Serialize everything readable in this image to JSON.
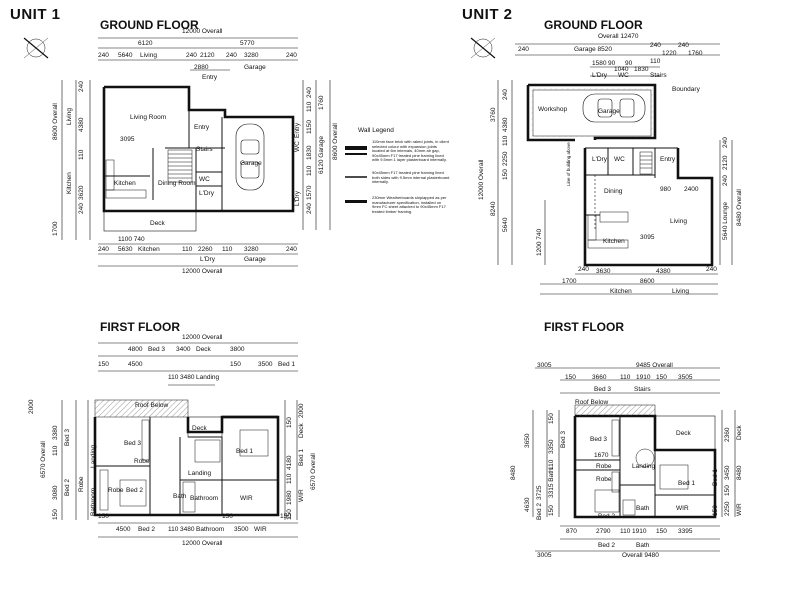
{
  "unit1": {
    "title": "UNIT 1",
    "ground_title": "GROUND FLOOR",
    "first_title": "FIRST FLOOR",
    "dims_top": [
      "12000 Overall",
      "6120",
      "5770",
      "240",
      "5640",
      "Living",
      "240",
      "2120",
      "240",
      "3280",
      "240",
      "2880",
      "Garage",
      "Entry"
    ],
    "dims_bottom": [
      "240",
      "1100 740",
      "5630",
      "Kitchen",
      "110",
      "2260",
      "110",
      "3280",
      "240",
      "L'Dry",
      "Garage",
      "12000 Overall"
    ],
    "dims_left": [
      "8600 Overall",
      "240",
      "4380",
      "Living",
      "110",
      "3620",
      "Kitchen",
      "240",
      "1700"
    ],
    "dims_right": [
      "1760",
      "240",
      "110",
      "1150",
      "1830",
      "110",
      "1570",
      "240",
      "WC",
      "Entry",
      "L'Dry",
      "6120 Garage",
      "8600 Overall"
    ],
    "rooms": [
      "Living Room",
      "3095",
      "Entry",
      "Stairs",
      "Kitchen",
      "Dining Room",
      "L'Dry",
      "Garage",
      "Deck",
      "WC"
    ],
    "first_dims_top": [
      "12000 Overall",
      "4800",
      "Bed 3",
      "3400",
      "Deck",
      "3800",
      "150",
      "4500",
      "150",
      "3500",
      "Bed 1",
      "110",
      "3480",
      "Landing"
    ],
    "first_dims_bottom": [
      "150",
      "4500",
      "Bed 2",
      "110",
      "3480",
      "Bathroom",
      "150",
      "3500",
      "WIR",
      "150",
      "12000 Overall"
    ],
    "first_dims_left": [
      "2000",
      "6570 Overall",
      "3380",
      "Bed 3",
      "110",
      "3080",
      "Bed 2",
      "Landing",
      "Robe",
      "Bathroom",
      "150"
    ],
    "first_dims_right": [
      "2000",
      "150",
      "Deck",
      "4180",
      "Bed 1",
      "110",
      "1980",
      "WIR",
      "150",
      "6570 Overall"
    ],
    "first_rooms": [
      "Roof Below",
      "Deck",
      "Bed 3",
      "Bed 1",
      "Landing",
      "Bed 2",
      "Bath",
      "Bathroom",
      "WIR",
      "Robe",
      "Robe"
    ]
  },
  "unit2": {
    "title": "UNIT 2",
    "ground_title": "GROUND FLOOR",
    "dims_top": [
      "Overall 12470",
      "240",
      "Garage 8520",
      "240",
      "1220",
      "240",
      "1760",
      "1580",
      "90",
      "1040",
      "90",
      "1830",
      "110",
      "L'Dry",
      "WC",
      "Stairs"
    ],
    "dims_bottom": [
      "240",
      "3630",
      "4380",
      "240",
      "1700",
      "8600",
      "Kitchen",
      "Living"
    ],
    "dims_left": [
      "3760",
      "240",
      "4380",
      "110",
      "2250",
      "150",
      "12000 Overall",
      "8240",
      "5640",
      "1200 740"
    ],
    "dims_right": [
      "240",
      "2120",
      "240",
      "8480 Overall",
      "5640 Lounge"
    ],
    "rooms": [
      "Workshop",
      "Garage",
      "Boundary",
      "L'Dry",
      "WC",
      "Entry",
      "Dining",
      "Living",
      "Kitchen",
      "3095",
      "Line of building above",
      "980",
      "2400"
    ],
    "first_title": "FIRST FLOOR",
    "first_dims_top": [
      "9485 Overall",
      "3005",
      "150",
      "3660",
      "110",
      "1910",
      "150",
      "3505",
      "Bed 3",
      "Stairs"
    ],
    "first_dims_bottom": [
      "870",
      "2790",
      "110",
      "1910",
      "150",
      "3395",
      "Bed 2",
      "Bath",
      "Overall 9480",
      "3005"
    ],
    "first_dims_left": [
      "3650",
      "150",
      "3350",
      "Bed 3",
      "8480",
      "4630",
      "3725",
      "Bed 2",
      "150",
      "3315 Bath",
      "110"
    ],
    "first_dims_right": [
      "2360",
      "Deck",
      "3450",
      "Bed 1",
      "8480",
      "150",
      "2250",
      "WIR",
      "150"
    ],
    "first_rooms": [
      "Roof Below",
      "Bed 3",
      "Deck",
      "1670",
      "Landing",
      "Robe",
      "Robe",
      "Bed 1",
      "Bed 2",
      "Bath",
      "WIR"
    ]
  },
  "legend": {
    "title": "Wall Legend",
    "items": [
      "110mm face brick with raked joints, in client selected colour with expansion joints located at 6m intervals, 40mm air gap, 90x45mm F17 treated pine framing lined with 9.5mm 1 layer plasterboard internally.",
      "90x45mm F17 treated pine framing lined both sides with 9.5mm internal plasterboard internally.",
      "230mm Weatherboards shiplapped as per manufacturer specification, installed on 9mm FC sheet attached to 90x45mm F17 treated timber framing."
    ]
  }
}
